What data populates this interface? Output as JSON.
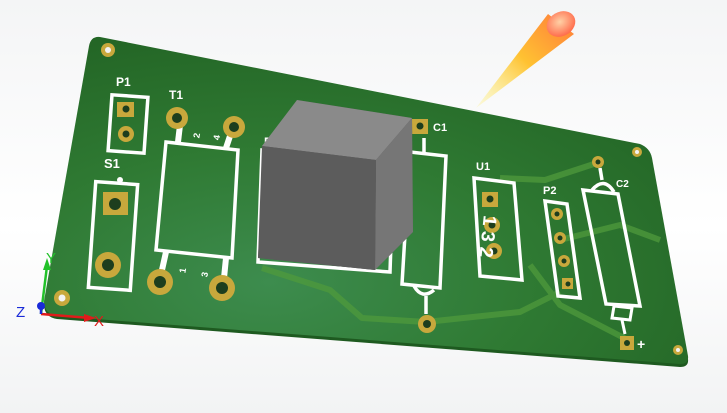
{
  "board": {
    "color": "#2f7a33",
    "pad_color": "#c8a83c",
    "silk_color": "#ffffff",
    "labels": {
      "p1": "P1",
      "t1": "T1",
      "s1": "S1",
      "d": "D",
      "c1": "C1",
      "u1": "U1",
      "p2": "P2",
      "c2": "C2",
      "plus": "+",
      "t1_pin1": "1",
      "t1_pin2": "2",
      "t1_pin3": "3",
      "t1_pin4": "4",
      "u1_pins": "1 3 2"
    }
  },
  "axes": {
    "x": "X",
    "y": "Y",
    "z": "Z",
    "x_color": "#e01b1b",
    "y_color": "#22c22a",
    "z_color": "#1a2bd8"
  },
  "light_source": {
    "color": "#ffb030"
  }
}
